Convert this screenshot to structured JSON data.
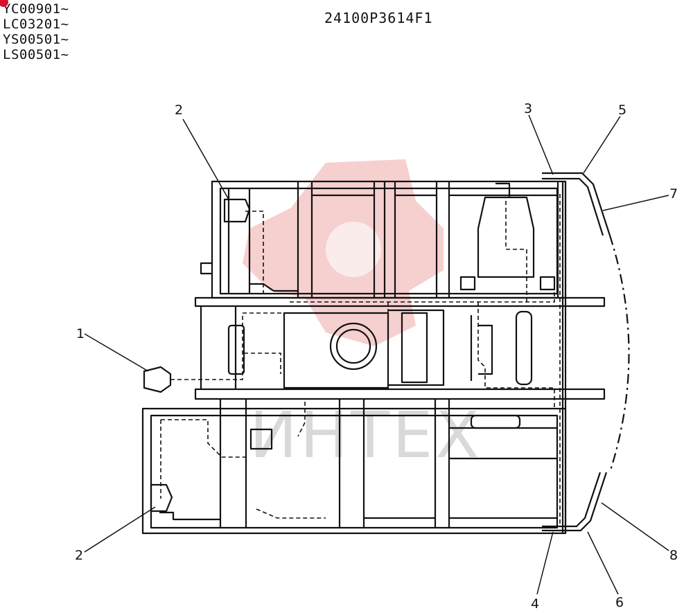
{
  "serials": [
    "YC00901~",
    "LC03201~",
    "YS00501~",
    "LS00501~"
  ],
  "part_code": "24100P3614F1",
  "watermark_text": "ИНТЕХ",
  "callouts": [
    "1",
    "2",
    "2",
    "3",
    "4",
    "5",
    "6",
    "7",
    "8"
  ],
  "colors": {
    "line": "#111111",
    "watermark": "#f4c7c7",
    "badge": "#d8102a"
  }
}
